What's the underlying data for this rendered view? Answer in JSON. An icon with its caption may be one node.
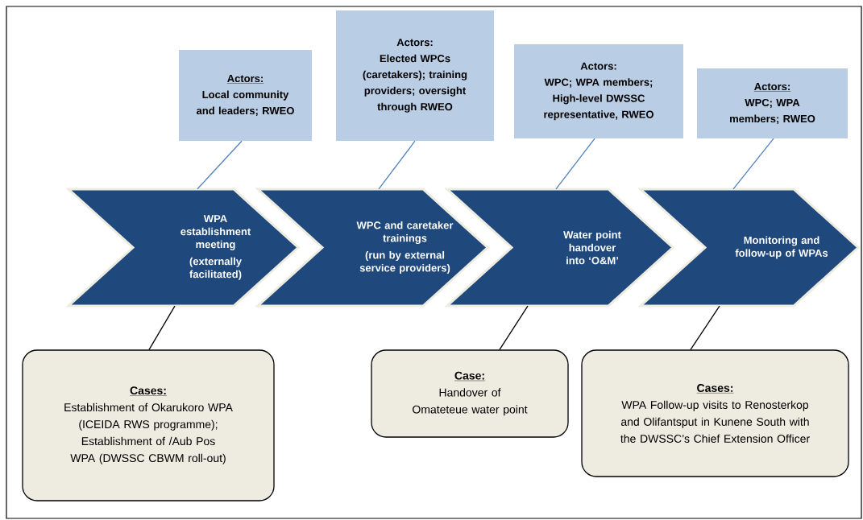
{
  "diagram": {
    "nodes": [
      {
        "text": [
          "Actors:",
          "Local community and leaders; RWEO"
        ]
      },
      {
        "text": [
          "Actors:",
          "Elected WPCs (caretakers); training providers; oversight through RWEO"
        ]
      },
      {
        "text": [
          "Actors:",
          "WPC; WPA members; High-level DWSSC representative, RWEO"
        ]
      },
      {
        "text": [
          "Actors:",
          "WPC; WPA members; RWEO"
        ]
      },
      {
        "text": [
          "WPA establishment meeting",
          "(externally facilitated)"
        ]
      },
      {
        "text": [
          "WPC and caretaker trainings",
          "(run by external service providers)"
        ]
      },
      {
        "text": [
          "Water point handover into ‘O&M’"
        ]
      },
      {
        "text": [
          "Monitoring and follow-up of WPAs"
        ]
      },
      {
        "text": [
          "Cases:",
          "Establishment of Okarukoro WPA (ICEIDA RWS programme); Establishment of /Aub Pos WPA (DWSSC CBWM roll-out)"
        ]
      },
      {
        "text": [
          "Case:",
          "Handover of Omateteue water point"
        ]
      },
      {
        "text": [
          "Cases:",
          "WPA Follow-up visits to Renosterkop and Olifantsput in Kunene South with the DWSSC’s Chief Extension Officer"
        ]
      }
    ],
    "edges": [
      {
        "from": 0,
        "to": 4,
        "arrow": "none"
      },
      {
        "from": 1,
        "to": 5,
        "arrow": "none"
      },
      {
        "from": 2,
        "to": 6,
        "arrow": "none"
      },
      {
        "from": 3,
        "to": 7,
        "arrow": "none"
      },
      {
        "from": 4,
        "to": 8,
        "arrow": "none",
        "color": "#000000"
      },
      {
        "from": 6,
        "to": 9,
        "arrow": "none",
        "color": "#000000"
      },
      {
        "from": 7,
        "to": 10,
        "arrow": "none",
        "color": "#000000"
      }
    ]
  }
}
